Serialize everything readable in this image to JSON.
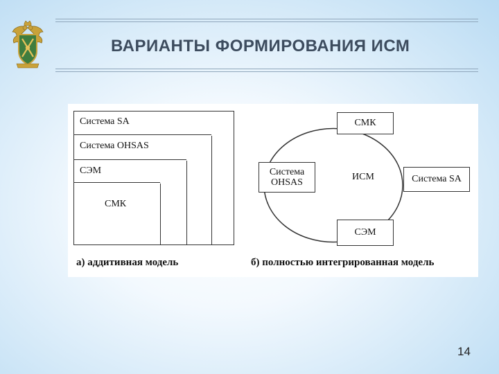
{
  "header": {
    "title": "ВАРИАНТЫ ФОРМИРОВАНИЯ ИСМ"
  },
  "diagram_a": {
    "layers": [
      "Система SA",
      "Система OHSAS",
      "СЭМ",
      "СМК"
    ],
    "caption": "а) аддитивная модель"
  },
  "diagram_b": {
    "center": "ИСМ",
    "top": "СМК",
    "left": "Система OHSAS",
    "right": "Система SA",
    "bottom": "СЭМ",
    "caption": "б) полностью интегрированная модель"
  },
  "footer": {
    "page_number": "14"
  },
  "colors": {
    "title_text": "#3d4c5e",
    "background_glow": "#b9dbf3",
    "emblem_green": "#3f7d3f",
    "emblem_gold": "#c9a23a"
  }
}
